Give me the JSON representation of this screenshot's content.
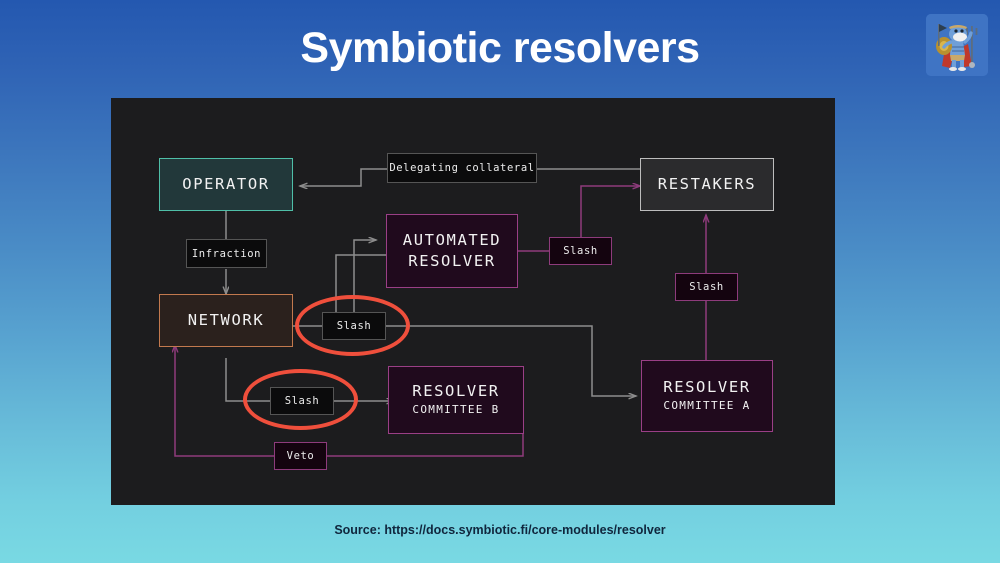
{
  "slide": {
    "title": "Symbiotic resolvers",
    "source": "Source: https://docs.symbiotic.fi/core-modules/resolver",
    "background_top_color": "#2458b0",
    "background_bottom_color": "#79d9e3",
    "panel_color": "#1c1c1e"
  },
  "logo": {
    "name": "warrior-avatar",
    "description": "blue warrior with shield, trident and red cape"
  },
  "diagram": {
    "nodes": [
      {
        "id": "operator",
        "title": "OPERATOR",
        "subtitle": "",
        "accent": "#4fbfa8"
      },
      {
        "id": "network",
        "title": "NETWORK",
        "subtitle": "",
        "accent": "#c2794e"
      },
      {
        "id": "restakers",
        "title": "RESTAKERS",
        "subtitle": "",
        "accent": "#bdbdbd"
      },
      {
        "id": "automated",
        "title": "AUTOMATED",
        "subtitle": "RESOLVER",
        "accent": "#9a3f86"
      },
      {
        "id": "committee_a",
        "title": "RESOLVER",
        "subtitle": "COMMITTEE A",
        "accent": "#9a3f86"
      },
      {
        "id": "committee_b",
        "title": "RESOLVER",
        "subtitle": "COMMITTEE B",
        "accent": "#9a3f86"
      }
    ],
    "labels": [
      {
        "id": "delegating_collateral",
        "text": "Delegating collateral",
        "accent": "#555555"
      },
      {
        "id": "infraction",
        "text": "Infraction",
        "accent": "#555555"
      },
      {
        "id": "slash_network",
        "text": "Slash",
        "accent": "#555555"
      },
      {
        "id": "slash_committee_b",
        "text": "Slash",
        "accent": "#555555"
      },
      {
        "id": "slash_automated",
        "text": "Slash",
        "accent": "#8e3b7c"
      },
      {
        "id": "slash_committee_a",
        "text": "Slash",
        "accent": "#8e3b7c"
      },
      {
        "id": "veto",
        "text": "Veto",
        "accent": "#8e3b7c"
      }
    ],
    "highlights": [
      {
        "id": "highlight-slash-network",
        "color": "#ef4f3c"
      },
      {
        "id": "highlight-slash-committee-b",
        "color": "#ef4f3c"
      }
    ],
    "edge_colors": {
      "gray": "#8d8d8d",
      "purple": "#8e3b7c"
    }
  }
}
